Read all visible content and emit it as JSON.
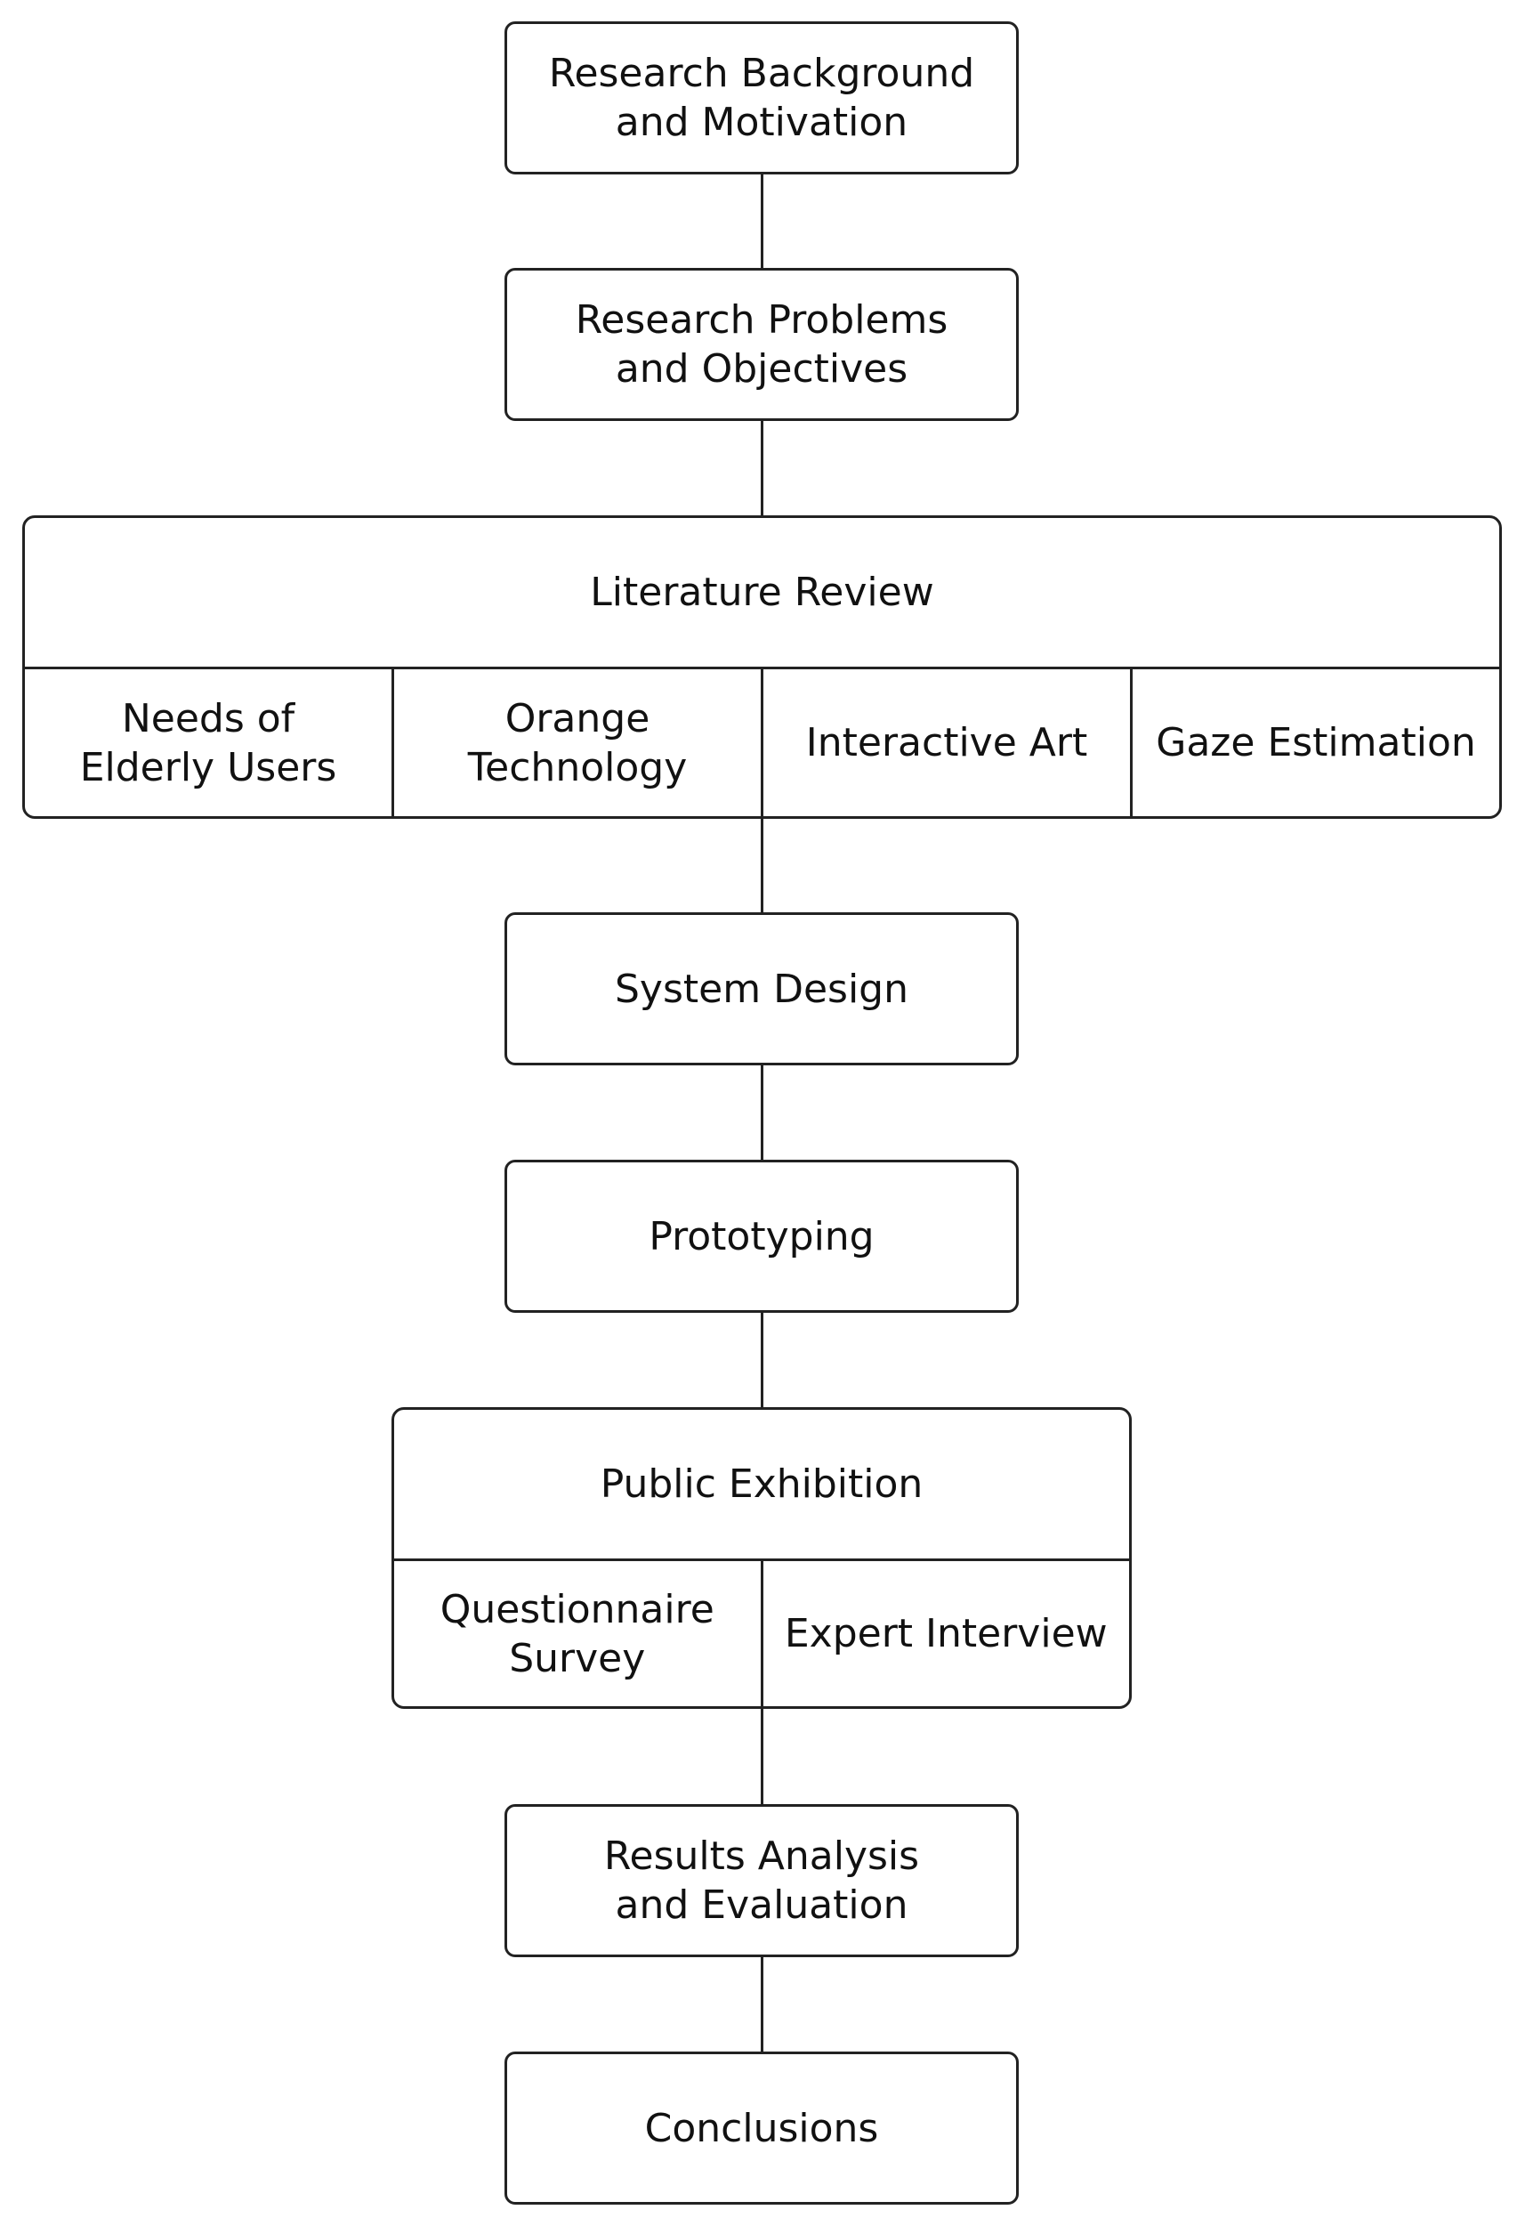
{
  "nodes": {
    "background": "Research Background\nand Motivation",
    "problems": "Research Problems\nand Objectives",
    "literature": {
      "title": "Literature Review",
      "items": [
        "Needs of\nElderly Users",
        "Orange\nTechnology",
        "Interactive Art",
        "Gaze Estimation"
      ]
    },
    "system_design": "System Design",
    "prototyping": "Prototyping",
    "exhibition": {
      "title": "Public Exhibition",
      "items": [
        "Questionnaire\nSurvey",
        "Expert Interview"
      ]
    },
    "results": "Results Analysis\nand Evaluation",
    "conclusions": "Conclusions"
  }
}
